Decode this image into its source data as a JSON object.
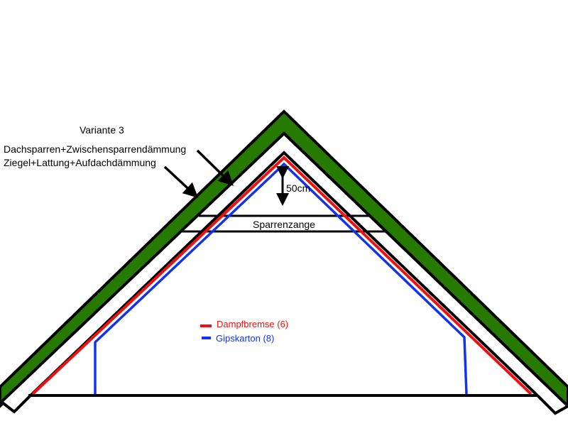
{
  "title": "Variante 3",
  "labels": {
    "rafters": "Dachsparren+Zwischensparrendämmung",
    "tiles": "Ziegel+Lattung+Aufdachdämmung",
    "distance": "50cm",
    "collar_beam": "Sparrenzange"
  },
  "legend": [
    {
      "label": "Dampfbremse (6)",
      "color": "#ee1111"
    },
    {
      "label": "Gipskarton (8)",
      "color": "#1133ee"
    }
  ],
  "colors": {
    "roof": "#267a00",
    "outline": "#000000"
  }
}
